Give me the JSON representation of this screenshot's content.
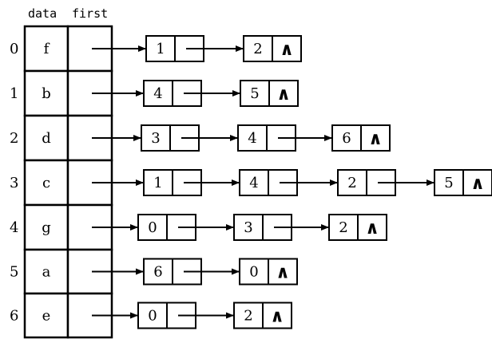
{
  "headers": {
    "data": "data",
    "first": "first"
  },
  "null_symbol": "∧",
  "rows": [
    {
      "index": "0",
      "data": "f",
      "list": [
        "1",
        "2"
      ]
    },
    {
      "index": "1",
      "data": "b",
      "list": [
        "4",
        "5"
      ]
    },
    {
      "index": "2",
      "data": "d",
      "list": [
        "3",
        "4",
        "6"
      ]
    },
    {
      "index": "3",
      "data": "c",
      "list": [
        "1",
        "4",
        "2",
        "5"
      ]
    },
    {
      "index": "4",
      "data": "g",
      "list": [
        "0",
        "3",
        "2"
      ]
    },
    {
      "index": "5",
      "data": "a",
      "list": [
        "6",
        "0"
      ]
    },
    {
      "index": "6",
      "data": "e",
      "list": [
        "0",
        "2"
      ]
    }
  ]
}
